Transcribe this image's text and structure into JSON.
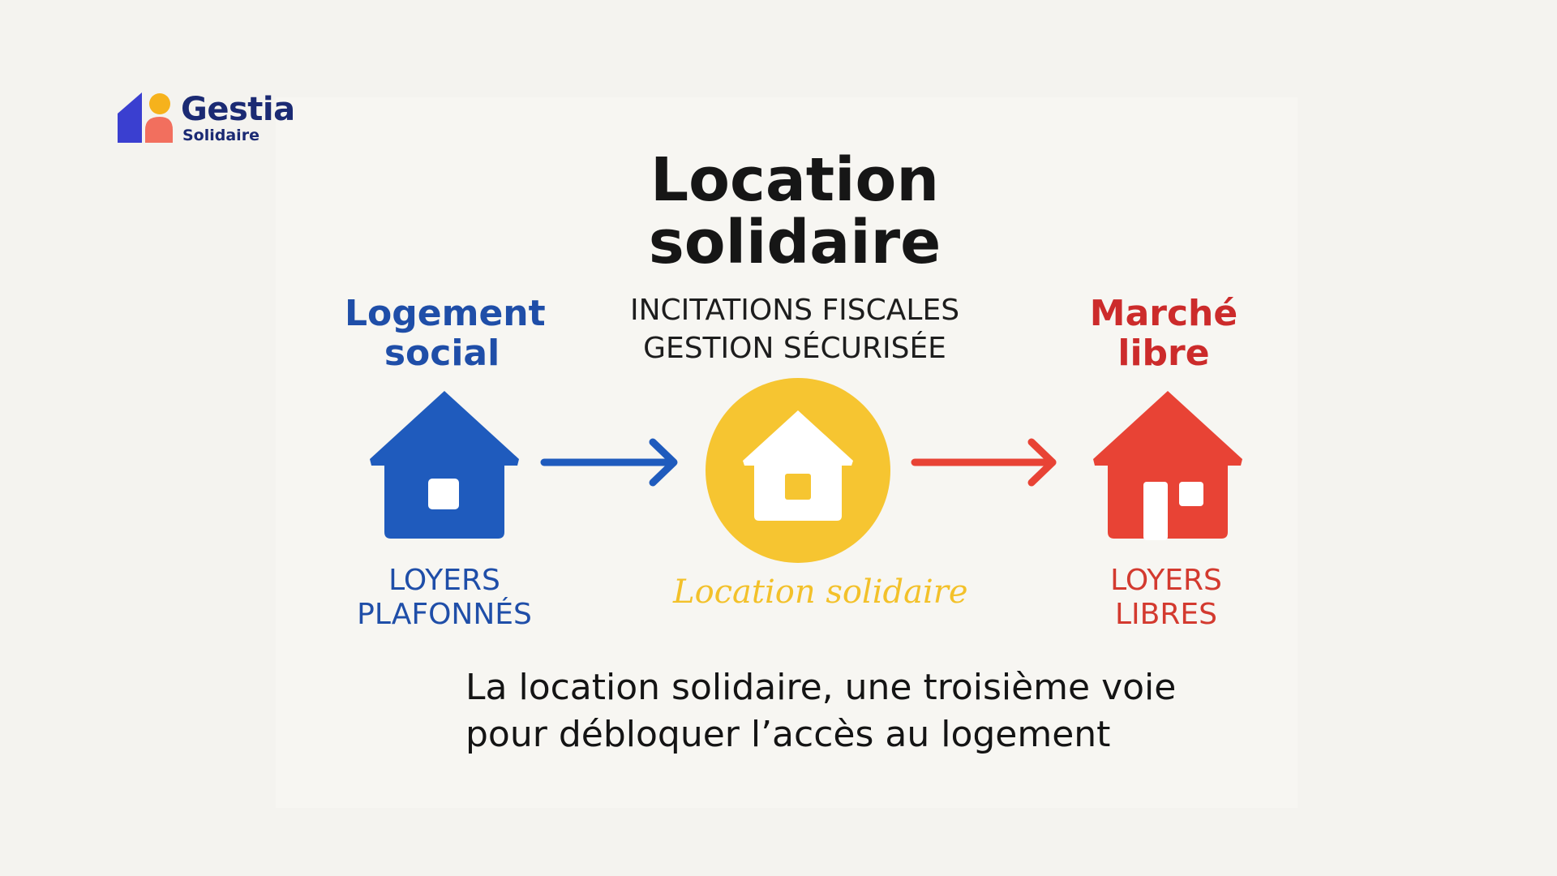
{
  "brand": {
    "name": "Gestia",
    "subtitle": "Solidaire"
  },
  "title": {
    "line1": "Location",
    "line2": "solidaire"
  },
  "left": {
    "heading_line1": "Logement",
    "heading_line2": "social",
    "caption_line1": "LOYERS",
    "caption_line2": "PLAFONNÉS",
    "icon": "house-icon"
  },
  "center": {
    "incentive_line1": "INCITATIONS FISCALES",
    "incentive_line2": "GESTION SÉCURISÉE",
    "caption": "Location solidaire",
    "icon": "house-in-circle-icon"
  },
  "right": {
    "heading_line1": "Marché",
    "heading_line2": "libre",
    "caption_line1": "LOYERS",
    "caption_line2": "LIBRES",
    "icon": "house-icon"
  },
  "tagline": {
    "line1": "La location solidaire, une troisième voie",
    "line2": "pour débloquer l’accès au logement"
  },
  "colors": {
    "blue": "#1f5bbd",
    "yellow": "#f6c531",
    "red": "#e84335",
    "text_dark": "#161616",
    "brand_navy": "#1b2a73"
  }
}
